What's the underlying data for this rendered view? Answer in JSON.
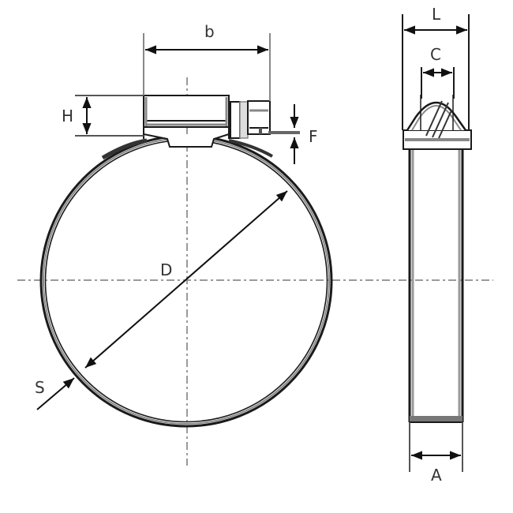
{
  "diagram": {
    "subject": "hose clamp technical drawing",
    "views": [
      "front-view",
      "side-view"
    ],
    "labels": {
      "b": "b",
      "H": "H",
      "F": "F",
      "D": "D",
      "S": "S",
      "L": "L",
      "C": "C",
      "A": "A"
    },
    "colors": {
      "line": "#1a1a1a",
      "band_mid": "#8a8a8a",
      "centerline": "#9a9a9a",
      "background": "#ffffff"
    }
  }
}
